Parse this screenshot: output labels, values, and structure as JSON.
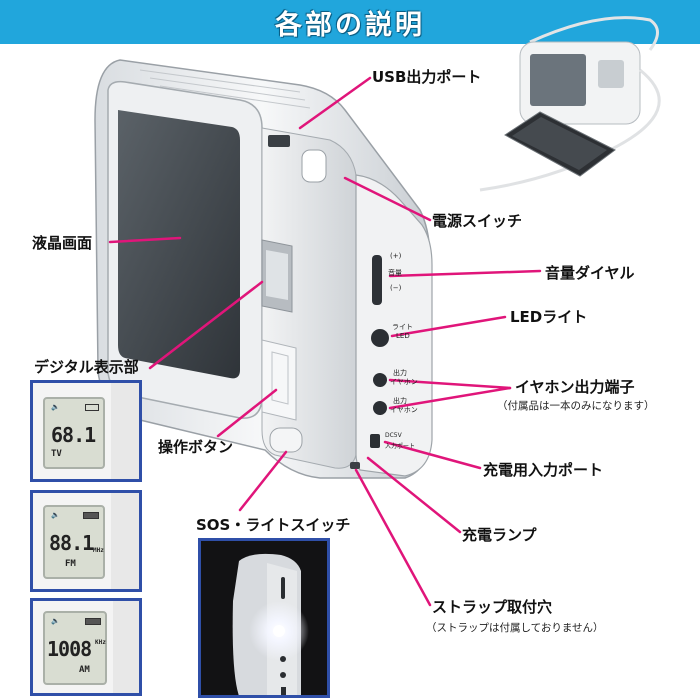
{
  "header": {
    "title": "各部の説明"
  },
  "labels": {
    "usb_port": "USB出力ポート",
    "power_switch": "電源スイッチ",
    "lcd_screen": "液晶画面",
    "volume_dial": "音量ダイヤル",
    "led_light": "LEDライト",
    "digital_display": "デジタル表示部",
    "earphone_jack": "イヤホン出力端子",
    "earphone_note": "（付属品は一本のみになります）",
    "operation_button": "操作ボタン",
    "charge_input_port": "充電用入力ポート",
    "sos_switch": "SOS・ライトスイッチ",
    "charge_lamp": "充電ランプ",
    "strap_hole": "ストラップ取付穴",
    "strap_note": "（ストラップは付属しておりません）"
  },
  "device_print": {
    "volume_plus": "(+)",
    "volume_label": "音量",
    "volume_minus": "(−)",
    "light_label": "ライト",
    "led_label": "LED",
    "earphone1_a": "出力",
    "earphone1_b": "イヤホン",
    "earphone2_a": "出力",
    "earphone2_b": "イヤホン",
    "dc_label": "DC5V",
    "dc_sub": "入力ポート"
  },
  "lcd_displays": [
    {
      "number": "68.1",
      "band": "TV",
      "unit": ""
    },
    {
      "number": "88.1",
      "band": "FM",
      "unit": "MHz"
    },
    {
      "number": "1008",
      "band": "AM",
      "unit": "KHz"
    }
  ],
  "colors": {
    "header": "#21a6dc",
    "leader": "#e0157a",
    "inset_border": "#2f4fa8"
  }
}
